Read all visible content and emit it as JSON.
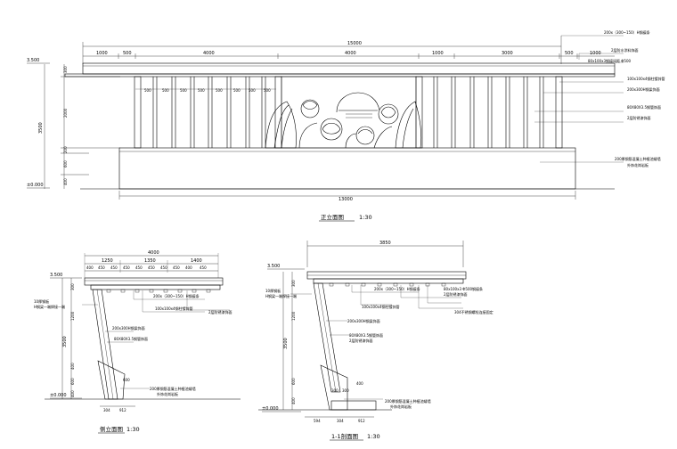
{
  "front": {
    "title": "正立面图",
    "scale": "1:30",
    "overall_top": "15000",
    "overall_bottom": "13000",
    "top_dims": [
      "1000",
      "500",
      "4000",
      "4000",
      "1000",
      "3000",
      "500",
      "1000"
    ],
    "beam_dims": [
      "500",
      "500",
      "500",
      "500",
      "500",
      "500",
      "500",
      "500"
    ],
    "level_top": "3.500",
    "level_zero": "±0.000",
    "height_total": "3500",
    "left_dims": [
      "300",
      "2000",
      "200",
      "600",
      "400"
    ],
    "notes": [
      "200x（300~150）H钢檩条",
      "2层防水涂料饰面",
      "80x100x3钢檩间距 Φ500",
      "100x100x4钢柱镀锌管",
      "200x300H钢梁饰面",
      "80X80X3.5钢管饰面",
      "2层防锈漆饰面",
      "200厚钢筋混凝土种植池矮墙",
      "外饰花岗岩板"
    ]
  },
  "side": {
    "title": "侧立面图",
    "scale": "1:30",
    "overall": "4000",
    "segs": [
      "1250",
      "1350",
      "1400"
    ],
    "small": [
      "400",
      "450",
      "450",
      "450",
      "450",
      "450",
      "450",
      "450",
      "400",
      "450"
    ],
    "level_top": "3.500",
    "level_zero": "±0.000",
    "vdims": [
      "300",
      "1200",
      "3500",
      "400",
      "600",
      "400"
    ],
    "notes": [
      "200x（300~150）H钢檩条",
      "100x100x4钢柱镀锌管",
      "2层防锈漆饰面",
      "200x300H钢梁饰面",
      "80X80X3.5钢管饰面",
      "200厚钢筋混凝土种植池矮墙",
      "外饰花岗岩板",
      "10厚钢板",
      "H钢梁一端焊接一端"
    ],
    "bottom": [
      "304",
      "912"
    ]
  },
  "section": {
    "title": "1-1剖面图",
    "scale": "1:30",
    "overall": "3850",
    "level_top": "3.500",
    "level_zero": "±0.000",
    "vdims": [
      "300",
      "1200",
      "3500",
      "600",
      "400"
    ],
    "notes": [
      "200x（300~150）H钢檩条",
      "80x100x3 Φ500钢檩条",
      "2层防锈漆饰面",
      "100x100x4钢柱镀锌管",
      "304不锈钢螺栓连接固定",
      "200x300H钢梁饰面",
      "80X80X3.5钢管饰面",
      "2层防锈漆饰面",
      "200厚钢筋混凝土种植池矮墙",
      "外饰花岗岩板",
      "10厚钢板",
      "H钢梁一端焊接一端"
    ],
    "bottom": [
      "594",
      "304",
      "912"
    ],
    "inner": [
      "300",
      "300",
      "400"
    ]
  }
}
